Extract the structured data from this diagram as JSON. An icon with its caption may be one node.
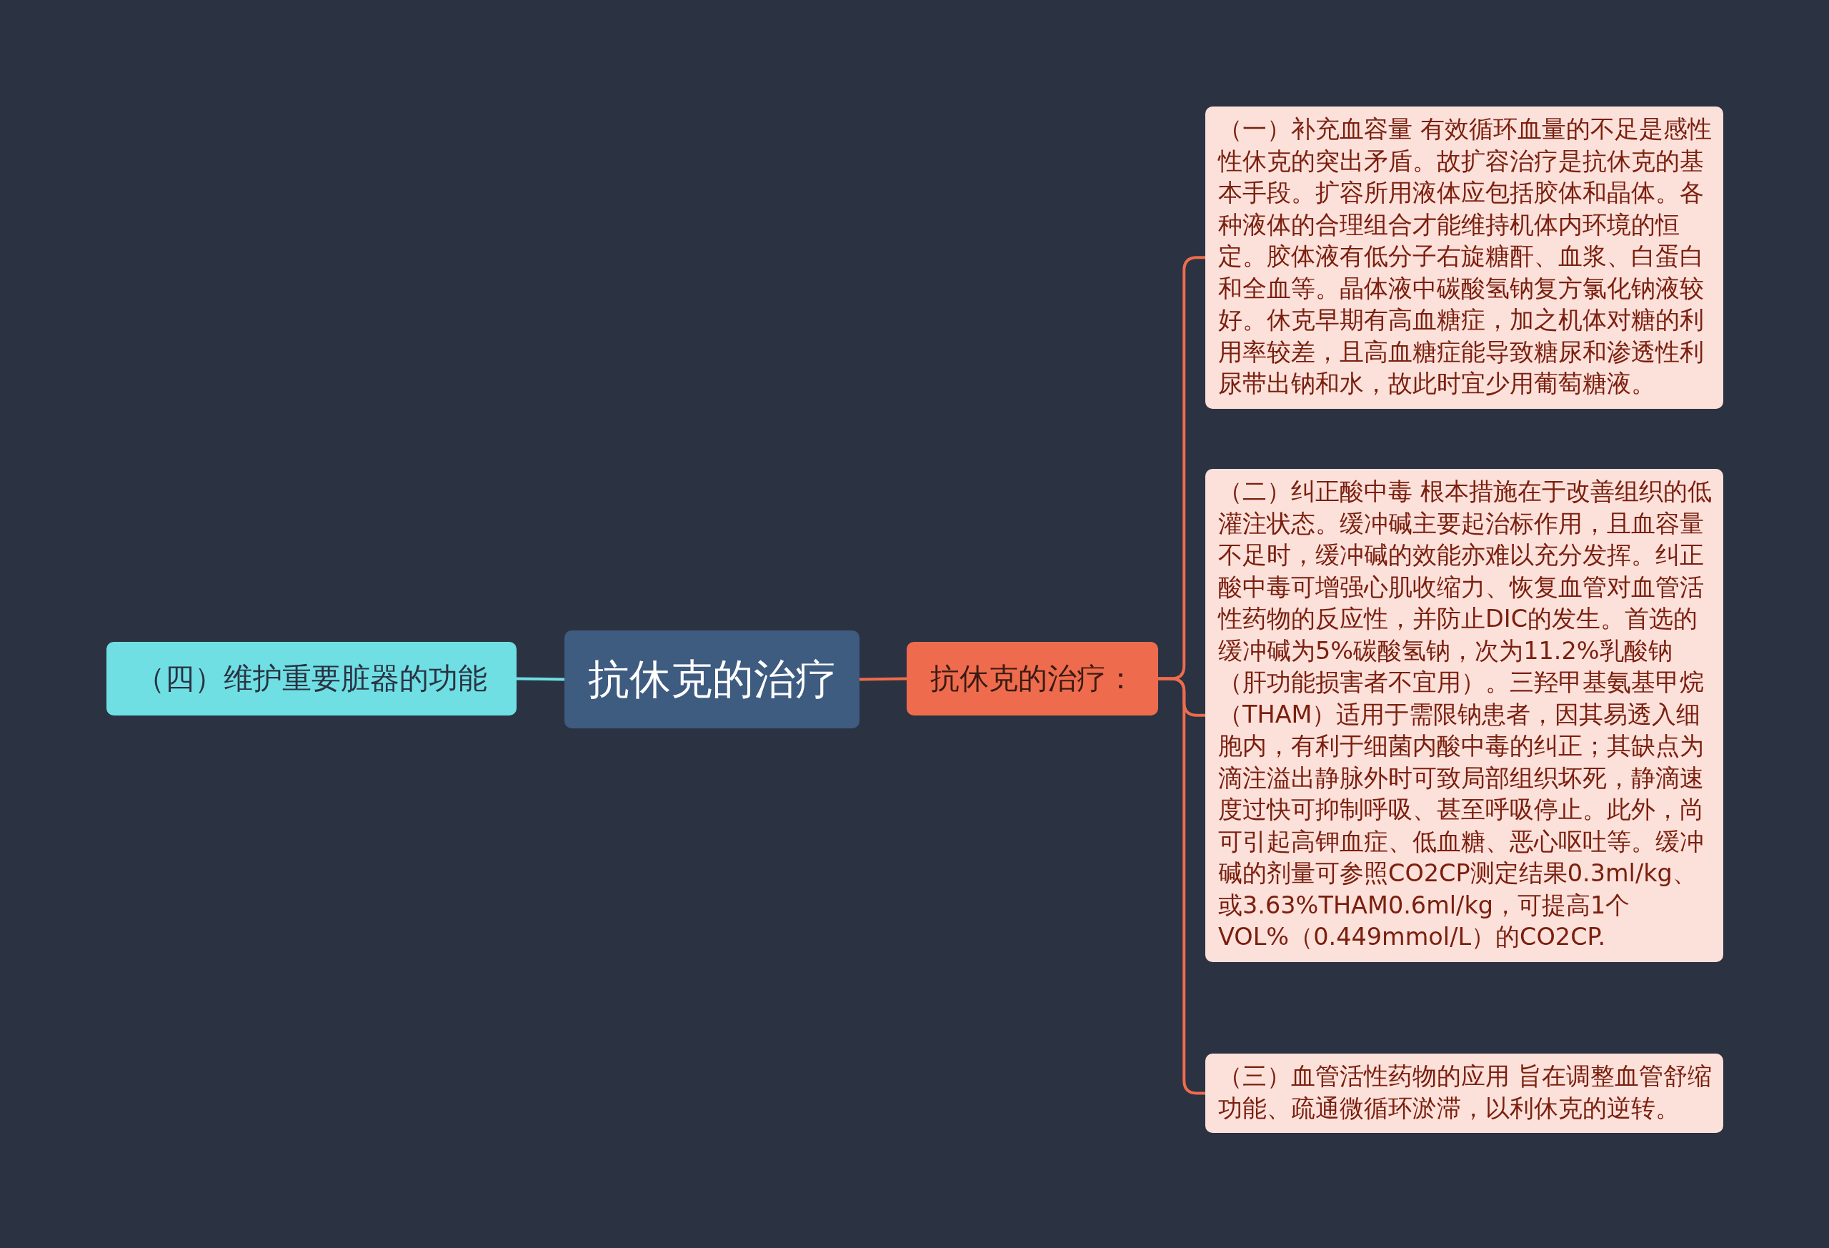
{
  "diagram": {
    "nodes": [
      {
        "text": [
          "抗休克的治疗"
        ]
      },
      {
        "text": [
          "（四）维护重要脏器的功能"
        ]
      },
      {
        "text": [
          "抗休克的治疗："
        ]
      },
      {
        "text": [
          "（一）补充血容量 有效循环血量的不足是感性性休克的突出矛盾。故扩容治疗是抗休克的基本手段。扩容所用液体应包括胶体和晶体。各种液体的合理组合才能维持机体内环境的恒定。胶体液有低分子右旋糖酐、血浆、白蛋白和全血等。晶体液中碳酸氢钠复方氯化钠液较好。休克早期有高血糖症，加之机体对糖的利用率较差，且高血糖症能导致糖尿和渗透性利尿带出钠和水，故此时宜少用葡萄糖液。"
        ]
      },
      {
        "text": [
          "（二）纠正酸中毒 根本措施在于改善组织的低灌注状态。缓冲碱主要起治标作用，且血容量不足时，缓冲碱的效能亦难以充分发挥。纠正酸中毒可增强心肌收缩力、恢复血管对血管活性药物的反应性，并防止DIC的发生。首选的缓冲碱为5%碳酸氢钠，次为11.2%乳酸钠（肝功能损害者不宜用）。三羟甲基氨基甲烷（THAM）适用于需限钠患者，因其易透入细胞内，有利于细菌内酸中毒的纠正；其缺点为滴注溢出静脉外时可致局部组织坏死，静滴速度过快可抑制呼吸、甚至呼吸停止。此外，尚可引起高钾血症、低血糖、恶心呕吐等。缓冲碱的剂量可参照CO2CP测定结果0.3ml/kg、或3.63%THAM0.6ml/kg，可提高1个VOL%（0.449mmol/L）的CO2CP."
        ]
      },
      {
        "text": [
          "（三）血管活性药物的应用 旨在调整血管舒缩功能、疏通微循环淤滞，以利休克的逆转。"
        ]
      }
    ],
    "edges": [
      {
        "from": 0,
        "to": 1,
        "arrow": "none",
        "color": "#6fdfe4"
      },
      {
        "from": 0,
        "to": 2,
        "arrow": "none"
      },
      {
        "from": 2,
        "to": 3,
        "arrow": "none"
      },
      {
        "from": 2,
        "to": 4,
        "arrow": "none"
      },
      {
        "from": 2,
        "to": 5,
        "arrow": "none"
      }
    ]
  }
}
